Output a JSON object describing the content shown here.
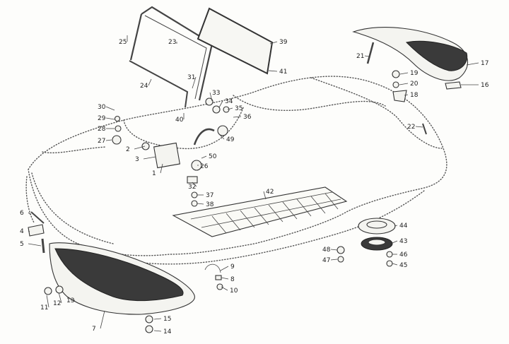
{
  "callouts": [
    {
      "id": "c1",
      "text": "1"
    },
    {
      "id": "c2",
      "text": "2"
    },
    {
      "id": "c3",
      "text": "3"
    },
    {
      "id": "c4",
      "text": "4"
    },
    {
      "id": "c5",
      "text": "5"
    },
    {
      "id": "c6",
      "text": "6"
    },
    {
      "id": "c7",
      "text": "7"
    },
    {
      "id": "c8",
      "text": "8"
    },
    {
      "id": "c9",
      "text": "9"
    },
    {
      "id": "c10",
      "text": "10"
    },
    {
      "id": "c11",
      "text": "11"
    },
    {
      "id": "c12",
      "text": "12"
    },
    {
      "id": "c13",
      "text": "13"
    },
    {
      "id": "c14",
      "text": "14"
    },
    {
      "id": "c15",
      "text": "15"
    },
    {
      "id": "c16",
      "text": "16"
    },
    {
      "id": "c17",
      "text": "17"
    },
    {
      "id": "c18",
      "text": "18"
    },
    {
      "id": "c19",
      "text": "19"
    },
    {
      "id": "c20",
      "text": "20"
    },
    {
      "id": "c21",
      "text": "21"
    },
    {
      "id": "c22",
      "text": "22"
    },
    {
      "id": "c23",
      "text": "23"
    },
    {
      "id": "c24",
      "text": "24"
    },
    {
      "id": "c25",
      "text": "25"
    },
    {
      "id": "c26",
      "text": "26"
    },
    {
      "id": "c27",
      "text": "27"
    },
    {
      "id": "c28",
      "text": "28"
    },
    {
      "id": "c29",
      "text": "29"
    },
    {
      "id": "c30",
      "text": "30"
    },
    {
      "id": "c31",
      "text": "31"
    },
    {
      "id": "c32",
      "text": "32"
    },
    {
      "id": "c33",
      "text": "33"
    },
    {
      "id": "c34",
      "text": "34"
    },
    {
      "id": "c35",
      "text": "35"
    },
    {
      "id": "c36",
      "text": "36"
    },
    {
      "id": "c37",
      "text": "37"
    },
    {
      "id": "c38",
      "text": "38"
    },
    {
      "id": "c39",
      "text": "39"
    },
    {
      "id": "c40",
      "text": "40"
    },
    {
      "id": "c41",
      "text": "41"
    },
    {
      "id": "c42",
      "text": "42"
    },
    {
      "id": "c43",
      "text": "43"
    },
    {
      "id": "c44",
      "text": "44"
    },
    {
      "id": "c45",
      "text": "45"
    },
    {
      "id": "c46",
      "text": "46"
    },
    {
      "id": "c47",
      "text": "47"
    },
    {
      "id": "c48",
      "text": "48"
    },
    {
      "id": "c49",
      "text": "49"
    },
    {
      "id": "c50",
      "text": "50"
    }
  ],
  "colors": {
    "ink": "#333333",
    "dark_fill": "#3a3a3a",
    "paper": "#fdfdfb"
  }
}
